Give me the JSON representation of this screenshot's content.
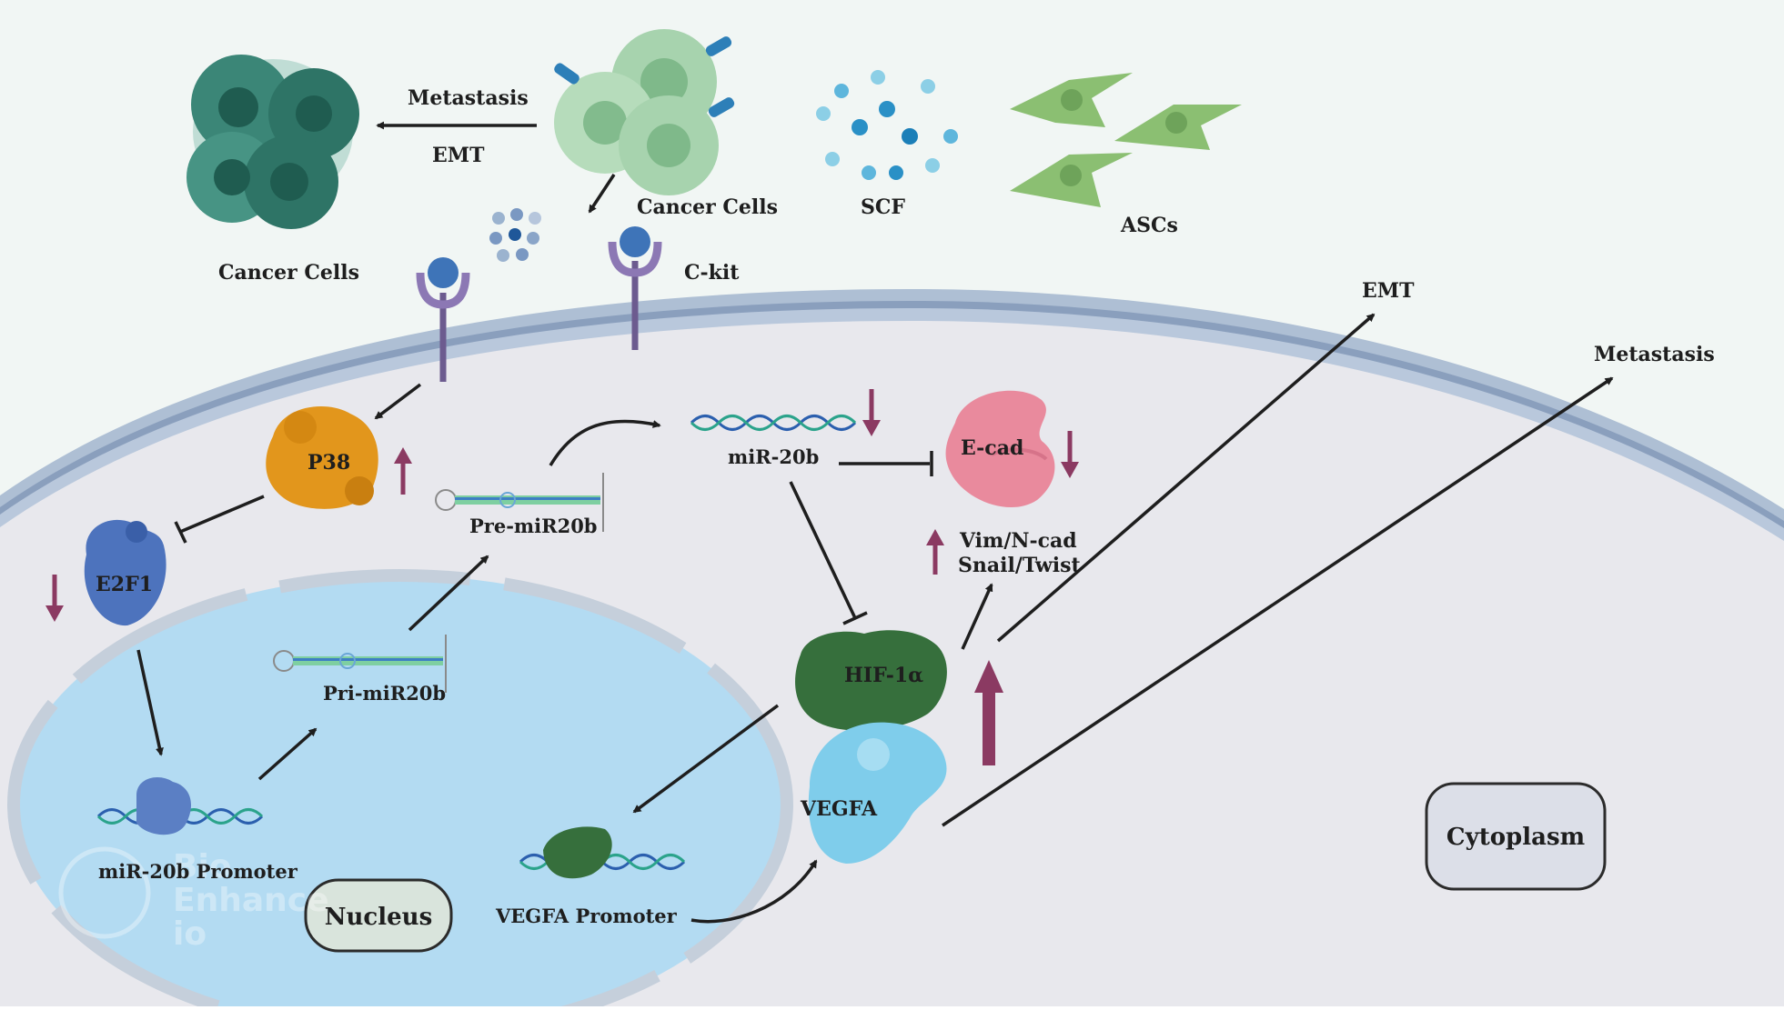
{
  "labels": {
    "metastasis_top": "Metastasis",
    "emt_top": "EMT",
    "cancer_cells_left": "Cancer Cells",
    "cancer_cells_center": "Cancer Cells",
    "scf": "SCF",
    "ascs": "ASCs",
    "ckit": "C-kit",
    "emt_right": "EMT",
    "metastasis_right": "Metastasis",
    "p38": "P38",
    "e2f1": "E2F1",
    "pre_mir": "Pre-miR20b",
    "pri_mir": "Pri-miR20b",
    "mir20b": "miR-20b",
    "ecad": "E-cad",
    "vim_ncad": "Vim/N-cad",
    "snail_twist": "Snail/Twist",
    "hif": "HIF-1α",
    "vegfa": "VEGFA",
    "mir_promoter": "miR-20b Promoter",
    "vegfa_promoter": "VEGFA Promoter",
    "nucleus": "Nucleus",
    "cytoplasm": "Cytoplasm"
  },
  "watermark": [
    "Bio",
    "Enhance",
    "io"
  ],
  "colors": {
    "background": "#f1f6f4",
    "cytoplasm": "#e8e8ed",
    "membrane": "#8fa3bf",
    "nucleus": "#b3dbf2",
    "receptor": "#6c5b8f",
    "p38": "#e2961c",
    "e2f1": "#4d73bd",
    "ecad": "#e98a9d",
    "hif": "#366f3c",
    "vegfa": "#7fcdeb",
    "regulation_arrow": "#8b3a62",
    "cancer_dark": "#3b8677",
    "cancer_light": "#a7d3ae",
    "asc": "#8bbf72",
    "scf": "#3a9ac8"
  }
}
